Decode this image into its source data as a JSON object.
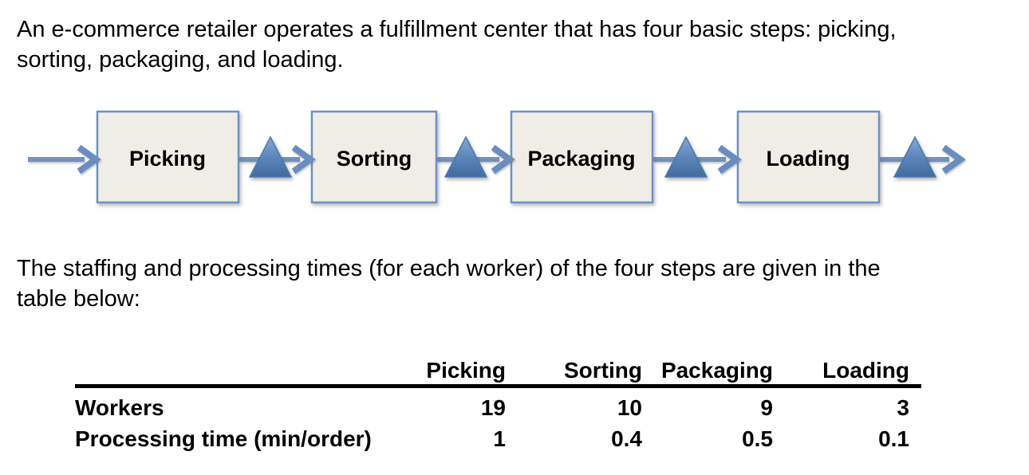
{
  "intro_paragraph": "An e-commerce retailer operates a fulfillment center that has four basic steps: picking,\nsorting, packaging, and loading.",
  "table_paragraph": "The staffing and processing times (for each worker) of the four steps are given in the\ntable below:",
  "diagram": {
    "type": "process-flow",
    "steps": [
      "Picking",
      "Sorting",
      "Packaging",
      "Loading"
    ],
    "buffer_symbol": "triangle",
    "colors": {
      "box_fill": "#f0ede7",
      "box_border": "#6d92c4",
      "arrow": "#7291bf",
      "triangle_top": "#8aa8d3",
      "triangle_bottom": "#406b9f"
    }
  },
  "table": {
    "columns": [
      "Picking",
      "Sorting",
      "Packaging",
      "Loading"
    ],
    "rows": [
      {
        "label": "Workers",
        "values": [
          "19",
          "10",
          "9",
          "3"
        ]
      },
      {
        "label": "Processing time (min/order)",
        "values": [
          "1",
          "0.4",
          "0.5",
          "0.1"
        ]
      }
    ],
    "rule_color": "#000000"
  }
}
